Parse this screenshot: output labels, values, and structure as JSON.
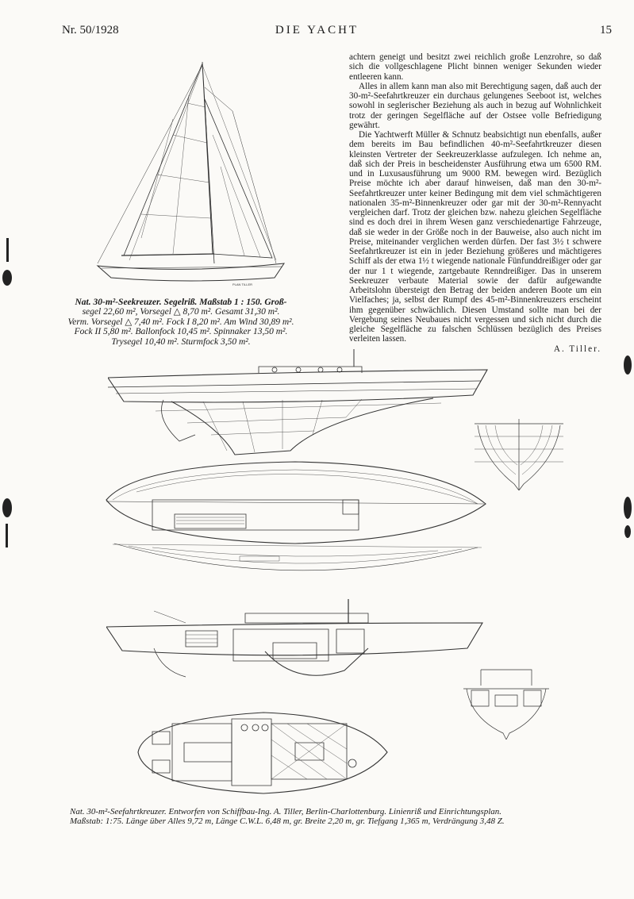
{
  "header": {
    "issue": "Nr. 50/1928",
    "journal": "DIE YACHT",
    "page": "15"
  },
  "figures": {
    "sailplan_caption": [
      "Nat. 30-m²-Seekreuzer.  Segelriß.  Maßstab 1 : 150.  Groß-",
      "segel 22,60 m², Vorsegel △ 8,70 m². Gesamt 31,30 m².",
      "Verm. Vorsegel △ 7,40 m². Fock I 8,20 m². Am Wind 30,89 m².",
      "Fock II 5,80 m². Ballonfock 10,45 m². Spinnaker 13,50 m².",
      "Trysegel 10,40 m². Sturmfock 3,50 m²."
    ],
    "bottom_caption": [
      "Nat. 30-m²-Seefahrtkreuzer. Entworfen von Schiffbau-Ing. A. Tiller, Berlin-Charlottenburg. Linienriß und Einrichtungsplan.",
      "Maßstab: 1:75. Länge über Alles 9,72 m, Länge C.W.L. 6,48 m, gr. Breite 2,20 m, gr. Tiefgang 1,365 m, Verdrängung 3,48 Z."
    ]
  },
  "article": {
    "paragraphs": [
      "achtern geneigt und besitzt zwei reichlich große Lenzrohre, so daß sich die vollgeschlagene Plicht binnen weniger Sekunden wieder entleeren kann.",
      "Alles in allem kann man also mit Berechtigung sagen, daß auch der 30-m²-Seefahrtkreuzer ein durchaus gelungenes Seeboot ist, welches sowohl in seglerischer Beziehung als auch in bezug auf Wohnlichkeit trotz der geringen Segelfläche auf der Ostsee volle Befriedigung gewährt.",
      "Die Yachtwerft Müller & Schnutz beabsichtigt nun ebenfalls, außer dem bereits im Bau befindlichen 40-m²-Seefahrtkreuzer diesen kleinsten Vertreter der Seekreuzerklasse aufzulegen. Ich nehme an, daß sich der Preis in bescheidenster Ausführung etwa um 6500 RM. und in Luxusausführung um 9000 RM. bewegen wird. Bezüglich Preise möchte ich aber darauf hinweisen, daß man den 30-m²-Seefahrtkreuzer unter keiner Bedingung mit dem viel schmächtigeren nationalen 35-m²-Binnenkreuzer oder gar mit der 30-m²-Rennyacht vergleichen darf. Trotz der gleichen bzw. nahezu gleichen Segelfläche sind es doch drei in ihrem Wesen ganz verschiedenartige Fahrzeuge, daß sie weder in der Größe noch in der Bauweise, also auch nicht im Preise, miteinander verglichen werden dürfen. Der fast 3½ t schwere Seefahrtkreuzer ist ein in jeder Beziehung größeres und mächtigeres Schiff als der etwa 1½ t wiegende nationale Fünfunddreißiger oder gar der nur 1 t wiegende, zartgebaute Renndreißiger. Das in unserem Seekreuzer verbaute Material sowie der dafür aufgewandte Arbeitslohn übersteigt den Betrag der beiden anderen Boote um ein Vielfaches; ja, selbst der Rumpf des 45-m²-Binnenkreuzers erscheint ihm gegenüber schwächlich. Diesen Umstand sollte man bei der Vergebung seines Neubaues nicht vergessen und sich nicht durch die gleiche Segelfläche zu falschen Schlüssen bezüglich des Preises verleiten lassen."
    ],
    "author": "A. Tiller."
  }
}
